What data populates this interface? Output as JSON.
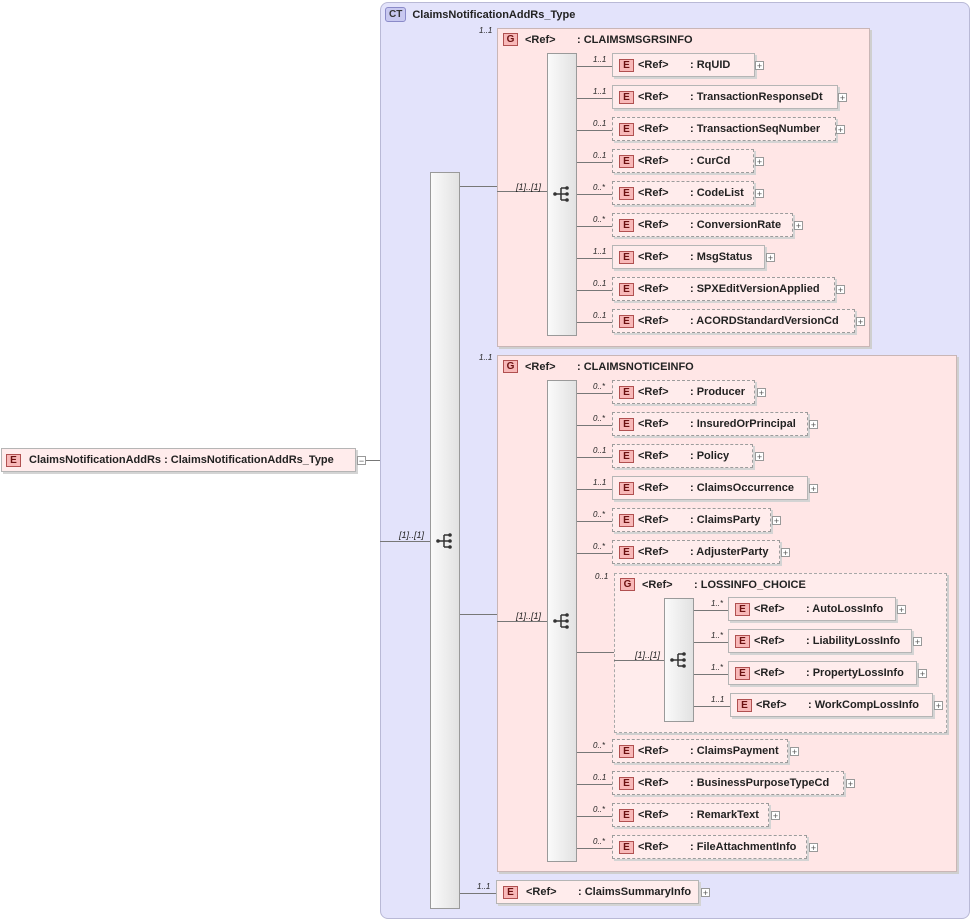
{
  "root": {
    "badge": "E",
    "label": "ClaimsNotificationAddRs  : ClaimsNotificationAddRs_Type"
  },
  "complex_type": {
    "badge": "CT",
    "title": "ClaimsNotificationAddRs_Type"
  },
  "ref_label": "<Ref>",
  "seq_cardinality": "[1]..[1]",
  "expand_symbol": "+",
  "collapse_symbol": "−",
  "groups": {
    "msgrs": {
      "badge": "G",
      "cardinality": "1..1",
      "name": ": CLAIMSMSGRSINFO",
      "items": [
        {
          "cardinality": "1..1",
          "name": ": RqUID"
        },
        {
          "cardinality": "1..1",
          "name": ": TransactionResponseDt"
        },
        {
          "cardinality": "0..1",
          "name": ": TransactionSeqNumber"
        },
        {
          "cardinality": "0..1",
          "name": ": CurCd"
        },
        {
          "cardinality": "0..*",
          "name": ": CodeList"
        },
        {
          "cardinality": "0..*",
          "name": ": ConversionRate"
        },
        {
          "cardinality": "1..1",
          "name": ": MsgStatus"
        },
        {
          "cardinality": "0..1",
          "name": ": SPXEditVersionApplied"
        },
        {
          "cardinality": "0..1",
          "name": ": ACORDStandardVersionCd"
        }
      ]
    },
    "notice": {
      "badge": "G",
      "cardinality": "1..1",
      "name": ": CLAIMSNOTICEINFO",
      "items_top": [
        {
          "cardinality": "0..*",
          "name": ": Producer"
        },
        {
          "cardinality": "0..*",
          "name": ": InsuredOrPrincipal"
        },
        {
          "cardinality": "0..1",
          "name": ": Policy"
        },
        {
          "cardinality": "1..1",
          "name": ": ClaimsOccurrence"
        },
        {
          "cardinality": "0..*",
          "name": ": ClaimsParty"
        },
        {
          "cardinality": "0..*",
          "name": ": AdjusterParty"
        }
      ],
      "choice": {
        "badge": "G",
        "cardinality": "0..1",
        "name": ": LOSSINFO_CHOICE",
        "items": [
          {
            "cardinality": "1..*",
            "name": ": AutoLossInfo"
          },
          {
            "cardinality": "1..*",
            "name": ": LiabilityLossInfo"
          },
          {
            "cardinality": "1..*",
            "name": ": PropertyLossInfo"
          },
          {
            "cardinality": "1..1",
            "name": ": WorkCompLossInfo"
          }
        ]
      },
      "items_bottom": [
        {
          "cardinality": "0..*",
          "name": ": ClaimsPayment"
        },
        {
          "cardinality": "0..1",
          "name": ": BusinessPurposeTypeCd"
        },
        {
          "cardinality": "0..*",
          "name": ": RemarkText"
        },
        {
          "cardinality": "0..*",
          "name": ": FileAttachmentInfo"
        }
      ]
    }
  },
  "summary": {
    "badge": "E",
    "cardinality": "1..1",
    "name": ": ClaimsSummaryInfo"
  }
}
